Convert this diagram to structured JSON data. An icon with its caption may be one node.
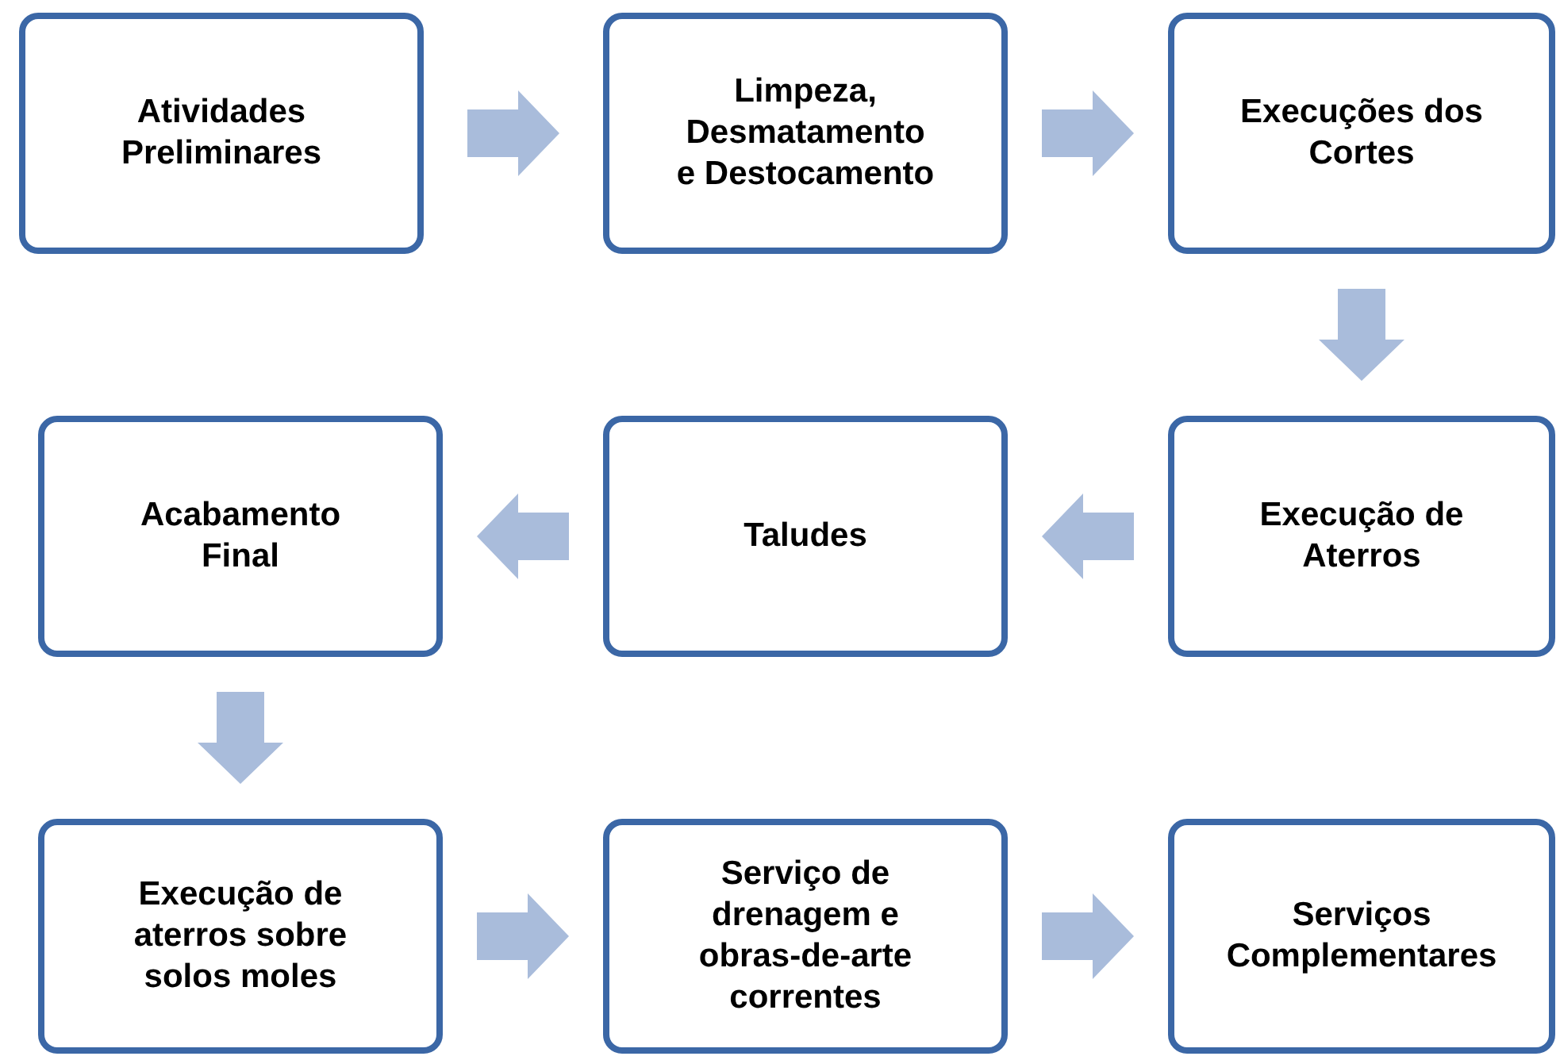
{
  "diagram": {
    "nodes": [
      {
        "text": [
          "Atividades Preliminares"
        ]
      },
      {
        "text": [
          "Limpeza, Desmatamento e Destocamento"
        ]
      },
      {
        "text": [
          "Execuções dos Cortes"
        ]
      },
      {
        "text": [
          "Acabamento Final"
        ]
      },
      {
        "text": [
          "Taludes"
        ]
      },
      {
        "text": [
          "Execução de Aterros"
        ]
      },
      {
        "text": [
          "Execução de aterros sobre solos moles"
        ]
      },
      {
        "text": [
          "Serviço de drenagem e obras-de-arte correntes"
        ]
      },
      {
        "text": [
          "Serviços Complementares"
        ]
      }
    ],
    "edges": [
      {
        "from": 0,
        "to": 1,
        "arrow": "to"
      },
      {
        "from": 1,
        "to": 2,
        "arrow": "to"
      },
      {
        "from": 2,
        "to": 5,
        "arrow": "to"
      },
      {
        "from": 5,
        "to": 4,
        "arrow": "to"
      },
      {
        "from": 4,
        "to": 3,
        "arrow": "to"
      },
      {
        "from": 3,
        "to": 6,
        "arrow": "to"
      },
      {
        "from": 6,
        "to": 7,
        "arrow": "to"
      },
      {
        "from": 7,
        "to": 8,
        "arrow": "to"
      }
    ]
  }
}
